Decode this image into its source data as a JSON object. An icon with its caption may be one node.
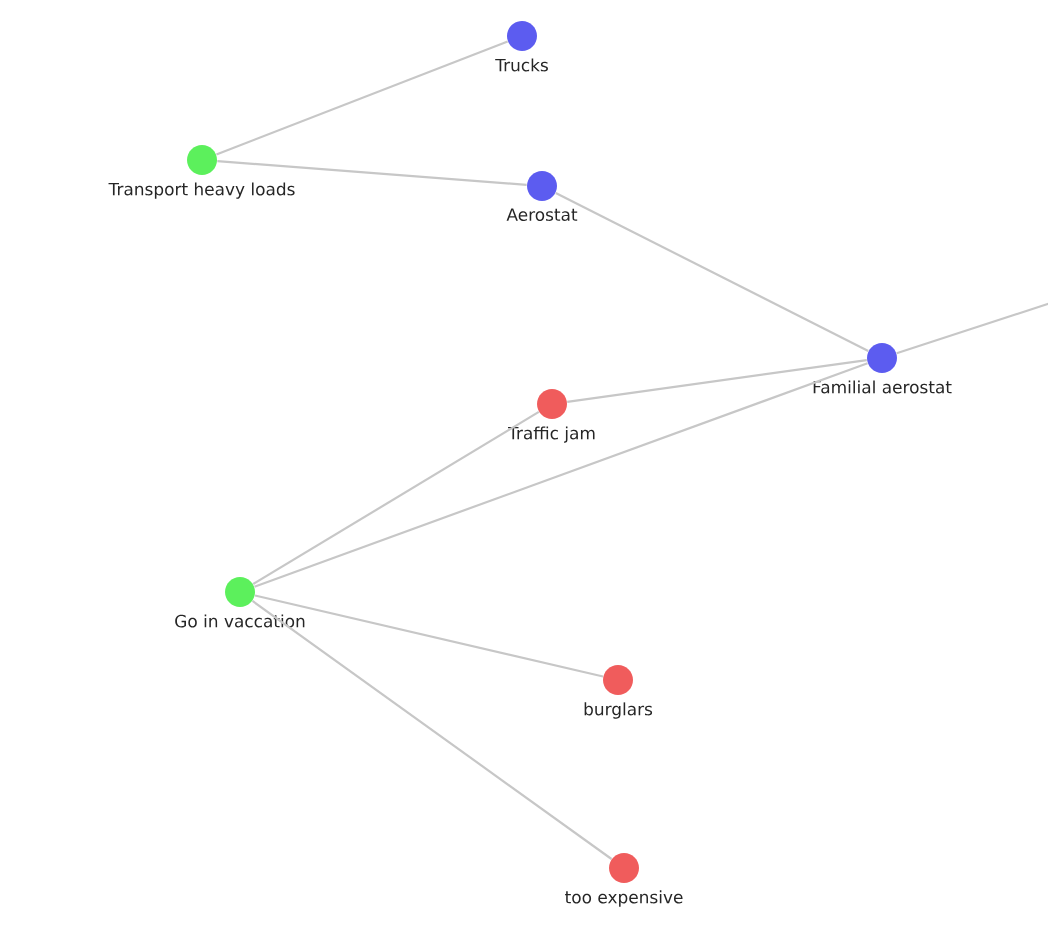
{
  "diagram": {
    "nodes": [
      {
        "text": [
          "Trucks"
        ]
      },
      {
        "text": [
          "Transport heavy loads"
        ]
      },
      {
        "text": [
          "Aerostat"
        ]
      },
      {
        "text": [
          "Familial aerostat"
        ]
      },
      {
        "text": [
          "Traffic jam"
        ]
      },
      {
        "text": [
          "Go in vaccation"
        ]
      },
      {
        "text": [
          "burglars"
        ]
      },
      {
        "text": [
          "too expensive"
        ]
      }
    ],
    "edges": [
      {
        "from": 1,
        "to": 0,
        "arrow": "none"
      },
      {
        "from": 1,
        "to": 2,
        "arrow": "none"
      },
      {
        "from": 2,
        "to": 3,
        "arrow": "none"
      },
      {
        "from": 3,
        "to": null,
        "arrow": "none"
      },
      {
        "from": 4,
        "to": 3,
        "arrow": "none"
      },
      {
        "from": 5,
        "to": 4,
        "arrow": "none"
      },
      {
        "from": 5,
        "to": 3,
        "arrow": "none"
      },
      {
        "from": 5,
        "to": 6,
        "arrow": "none"
      },
      {
        "from": 5,
        "to": 7,
        "arrow": "none"
      }
    ]
  }
}
